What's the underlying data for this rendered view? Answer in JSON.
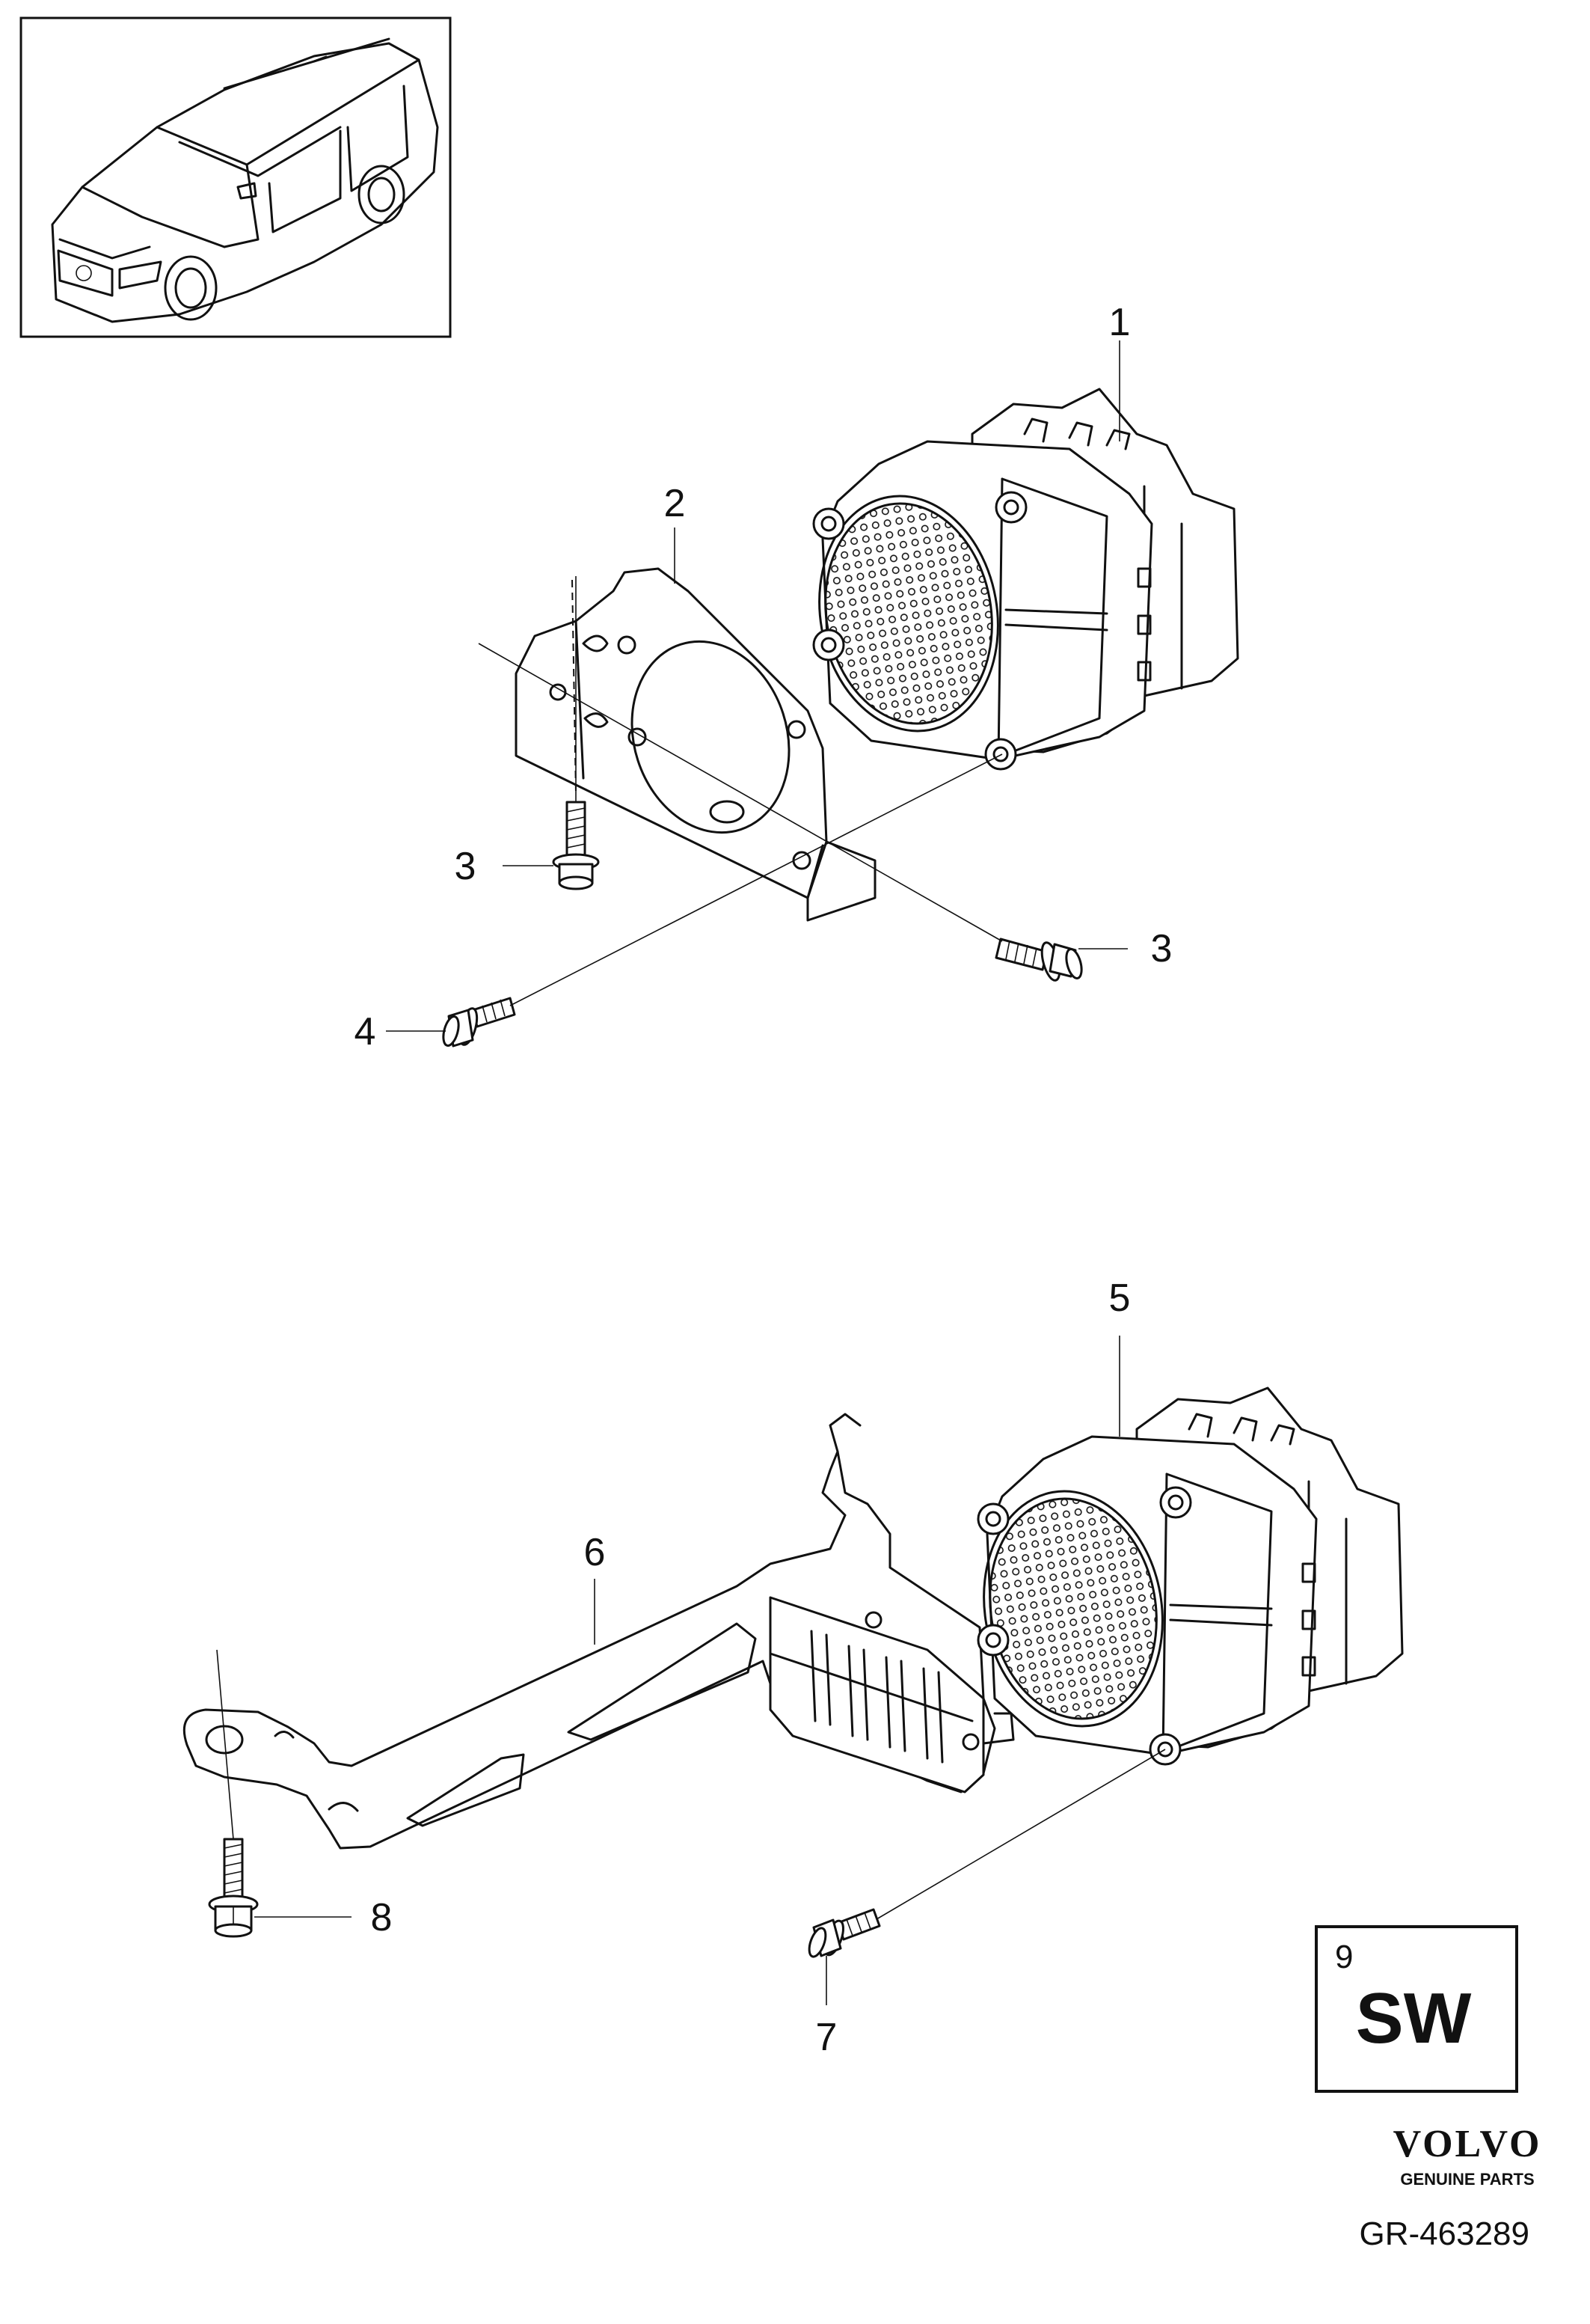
{
  "callouts": [
    {
      "id": "1",
      "label": "1"
    },
    {
      "id": "2",
      "label": "2"
    },
    {
      "id": "3a",
      "label": "3"
    },
    {
      "id": "3b",
      "label": "3"
    },
    {
      "id": "4",
      "label": "4"
    },
    {
      "id": "5",
      "label": "5"
    },
    {
      "id": "6",
      "label": "6"
    },
    {
      "id": "7",
      "label": "7"
    },
    {
      "id": "8",
      "label": "8"
    }
  ],
  "market_badge": {
    "number": "9",
    "code": "SW"
  },
  "brand": {
    "logo_text": "VOLVO",
    "tagline": "GENUINE PARTS"
  },
  "drawing_reference": "GR-463289"
}
